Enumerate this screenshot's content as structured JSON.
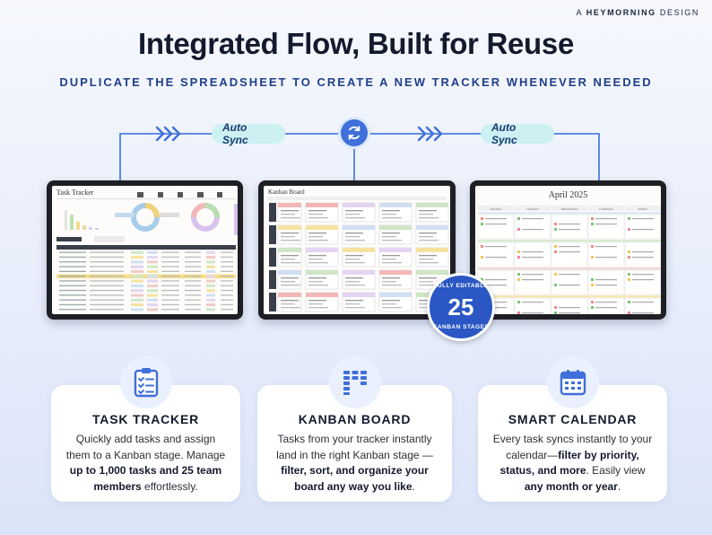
{
  "brand": {
    "prefix": "A",
    "name": "HEYMORNING",
    "suffix": "DESIGN"
  },
  "title": "Integrated Flow, Built for Reuse",
  "subtitle": "DUPLICATE THE SPREADSHEET TO CREATE A NEW TRACKER WHENEVER NEEDED",
  "flow": {
    "left_label": "Auto Sync",
    "right_label": "Auto Sync",
    "center_icon": "sync-icon"
  },
  "screens": {
    "tracker_title": "Task Tracker",
    "kanban_title": "Kanban Board",
    "calendar_title": "April 2025",
    "calendar_days": [
      "MONDAY",
      "TUESDAY",
      "WEDNESDAY",
      "THURSDAY",
      "FRIDAY"
    ]
  },
  "badge": {
    "top": "FULLY EDITABLE",
    "number": "25",
    "bottom": "KANBAN STAGES"
  },
  "cards": [
    {
      "icon": "clipboard-checklist-icon",
      "title": "TASK TRACKER",
      "desc_plain": "Quickly add tasks and assign them to a Kanban stage. Manage ",
      "desc_bold": "up to 1,000 tasks and 25 team members",
      "desc_end": " effortlessly."
    },
    {
      "icon": "kanban-columns-icon",
      "title": "KANBAN BOARD",
      "desc_plain": "Tasks from your tracker instantly land in the right Kanban stage — ",
      "desc_bold": "filter, sort, and organize your board any way you like",
      "desc_end": "."
    },
    {
      "icon": "calendar-icon",
      "title": "SMART CALENDAR",
      "desc_plain": "Every task syncs instantly to your calendar—",
      "desc_bold": "filter by priority, status, and more",
      "desc_mid": ". Easily view ",
      "desc_bold2": "any month or year",
      "desc_end": "."
    }
  ],
  "colors": {
    "accent": "#3f6fd8",
    "pill": "#cdf1f3",
    "badge": "#2a57c4",
    "title": "#141a2e",
    "subtitle": "#1f3f8a"
  }
}
